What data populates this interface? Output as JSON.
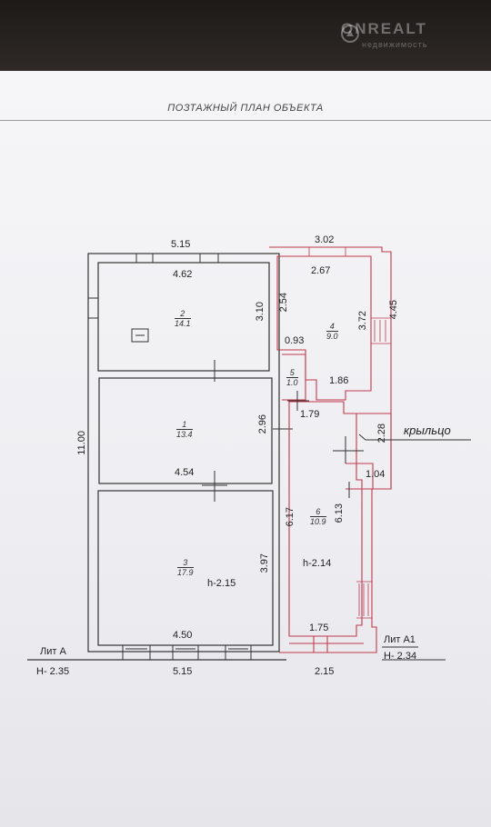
{
  "watermark": {
    "brand": "ONREALT",
    "sub": "недвижимость"
  },
  "title": "ПОЗТАЖНЫЙ ПЛАН ОБЪЕКТА",
  "lit_a": {
    "label": "Лит А",
    "height": "Н- 2.35"
  },
  "lit_a1": {
    "label": "Лит А1",
    "height": "Н- 2.34"
  },
  "porch": "крыльцо",
  "rooms": [
    {
      "num": "2",
      "area": "14.1"
    },
    {
      "num": "1",
      "area": "13.4"
    },
    {
      "num": "3",
      "area": "17.9",
      "height": "h-2.15"
    },
    {
      "num": "4",
      "area": "9.0"
    },
    {
      "num": "5",
      "area": "1.0"
    },
    {
      "num": "6",
      "area": "10.9",
      "height": "h-2.14"
    }
  ],
  "dims": {
    "top_a": "5.15",
    "room2_w": "4.62",
    "room2_h": "3.10",
    "left_total": "11.00",
    "room1_h": "2.96",
    "room1_w": "4.54",
    "room3_h": "3.97",
    "room3_w": "4.50",
    "bottom_a": "5.15",
    "top_a1": "3.02",
    "room4_w": "2.67",
    "room4_h_l": "2.54",
    "room4_h_r": "3.72",
    "a1_right": "4.45",
    "d093": "0.93",
    "d186": "1.86",
    "d179": "1.79",
    "room6_h_l": "6.17",
    "room6_h_r": "6.13",
    "porch_h": "2.28",
    "porch_w": "1.04",
    "room6_w": "1.75",
    "bottom_a1": "2.15"
  }
}
